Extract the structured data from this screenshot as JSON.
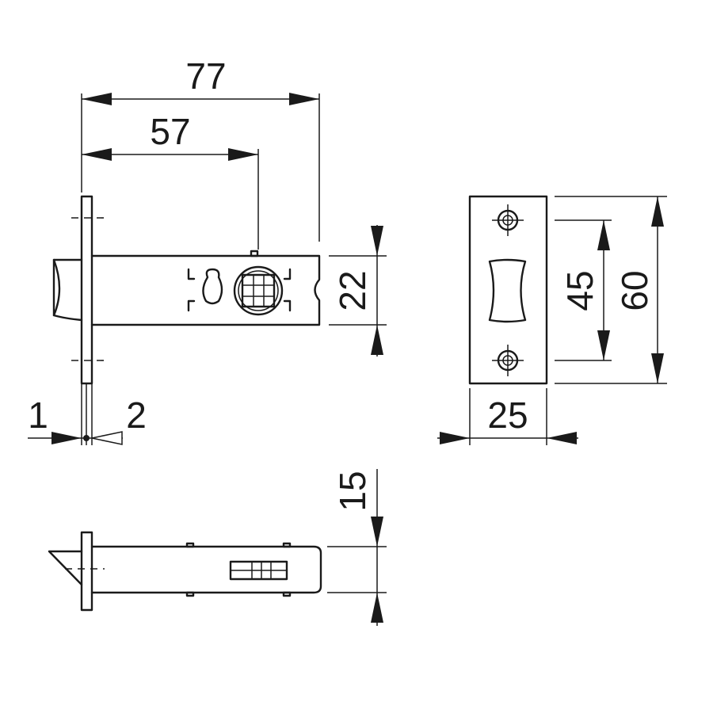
{
  "dimensions": {
    "backset_total": "77",
    "backset": "57",
    "faceplate_height": "22",
    "plate_thickness_a": "1",
    "plate_thickness_b": "2",
    "strike_hole_spacing": "45",
    "strike_height": "60",
    "strike_width": "25",
    "body_thickness": "15"
  },
  "colors": {
    "line": "#1a1a1a",
    "background": "#ffffff"
  }
}
